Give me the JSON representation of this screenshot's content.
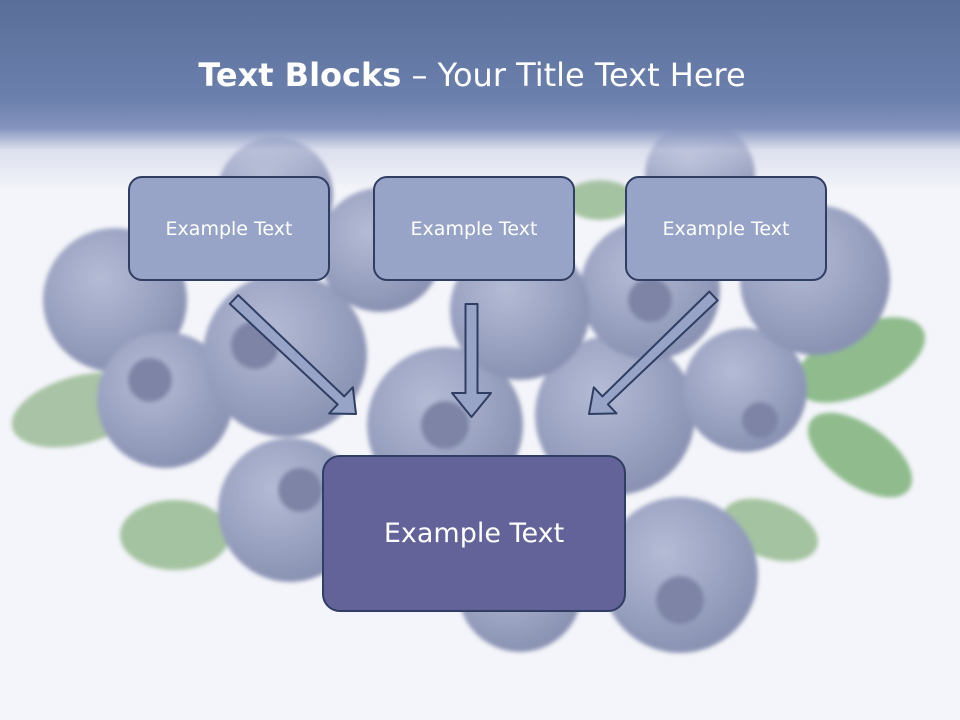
{
  "title": {
    "bold": "Text Blocks",
    "dash": " – ",
    "rest": "Your Title Text Here"
  },
  "boxes": {
    "top_left": "Example Text",
    "top_center": "Example Text",
    "top_right": "Example Text",
    "bottom": "Example Text"
  },
  "colors": {
    "header": "#6c80ad",
    "small_box_fill": "#97a4c8",
    "big_box_fill": "#636299",
    "box_border": "#2f3e62",
    "arrow_fill": "#97a4c8"
  }
}
